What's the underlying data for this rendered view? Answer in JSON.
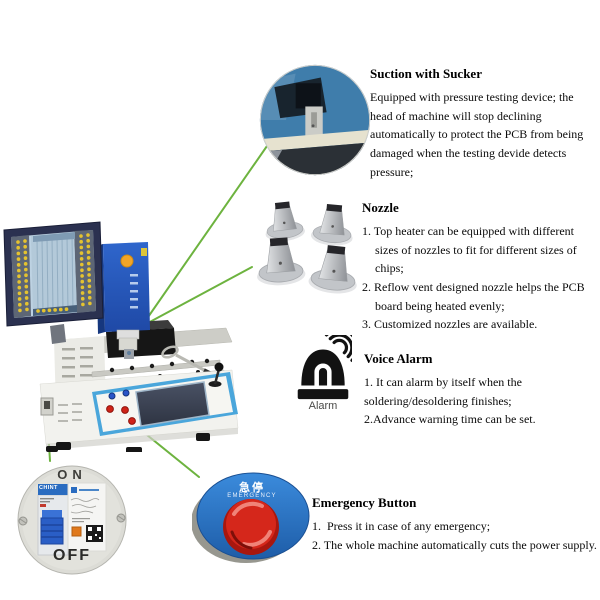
{
  "colors": {
    "callout_line": "#6db33f",
    "machine_blue": "#2a5cc0",
    "panel_trim_blue": "#4aa6db",
    "emergency_blue": "#2e7ecf",
    "emergency_red": "#cf2318",
    "screen_dot_yellow": "#e5c32f",
    "alarm_icon_black": "#121212",
    "breaker_brand_blue": "#2a6cc0"
  },
  "sections": {
    "suction": {
      "title": "Suction with Sucker",
      "body": "Equipped with pressure testing device; the head of machine will stop declining automatically to protect the PCB from being damaged when the testing devide detects pressure;"
    },
    "nozzle": {
      "title": "Nozzle",
      "items": [
        "1. Top heater can be equipped with different sizes of nozzles to fit for different sizes of chips;",
        "2. Reflow vent designed nozzle helps the PCB board being heated evenly;",
        "3. Customized nozzles are available."
      ]
    },
    "voice_alarm": {
      "title": "Voice Alarm",
      "icon_label": "Alarm",
      "items": [
        "1. It can alarm by itself when the soldering/desoldering finishes;",
        "2.Advance warning time can be set."
      ]
    },
    "emergency": {
      "title": "Emergency Button",
      "items": [
        "1.  Press it in case of any emergency;",
        "2. The whole machine automatically cuts the power supply."
      ]
    }
  },
  "power": {
    "on_label": "ON",
    "off_label": "OFF",
    "brand": "CHINT"
  },
  "emergency_button": {
    "label_cn": "急停",
    "label_en": "EMERGENCY"
  }
}
